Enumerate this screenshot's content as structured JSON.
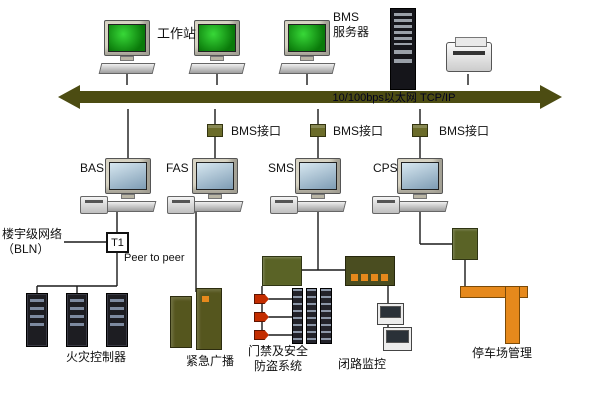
{
  "diagram": {
    "top_row": {
      "workstation_label": "工作站",
      "bms_server_label": "BMS\n服务器"
    },
    "backbone": {
      "label": "10/100bps以太网  TCP/IP"
    },
    "interfaces": [
      {
        "label": "BMS接口"
      },
      {
        "label": "BMS接口"
      },
      {
        "label": "BMS接口"
      }
    ],
    "subsystem_stations": [
      {
        "label": "BAS"
      },
      {
        "label": "FAS"
      },
      {
        "label": "SMS"
      },
      {
        "label": "CPS"
      }
    ],
    "bln": {
      "label": "楼宇级网络\n（BLN）",
      "t1_label": "T1",
      "peer_label": "Peer to peer"
    },
    "field_devices": {
      "fire_controller": "火灾控制器",
      "emergency_broadcast": "紧急广播",
      "access_security": "门禁及安全\n防盗系统",
      "cctv": "闭路监控",
      "parking": "停车场管理"
    },
    "colors": {
      "bus": "#4c4c12",
      "olive": "#55561e",
      "orange": "#e6891c",
      "red": "#c32d00",
      "green_box": "#5a6326",
      "screen_green": "#16a816"
    }
  }
}
